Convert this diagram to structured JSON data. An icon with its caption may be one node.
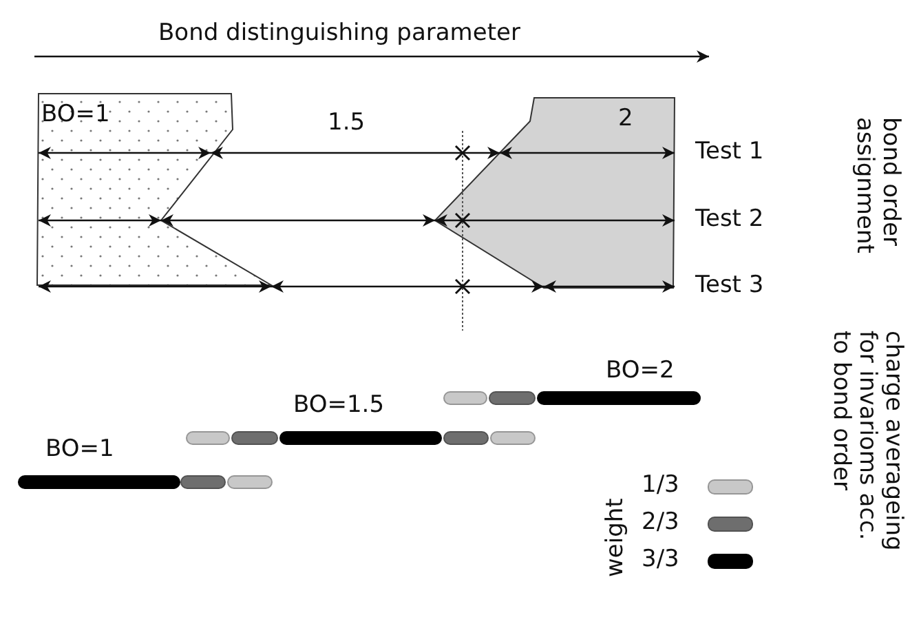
{
  "diagram": {
    "labels": [
      "Bond distinguishing parameter",
      "BO=1",
      "1.5",
      "2",
      "Test 1",
      "Test 2",
      "Test 3",
      "bond order assignment",
      "charge averageing for invarioms acc. to bond order",
      "BO=2",
      "BO=1.5",
      "BO=1",
      "weight"
    ],
    "legend": [
      {
        "text": "1/3",
        "color": "#c8c8c8"
      },
      {
        "text": "2/3",
        "color": "#6e6e6e"
      },
      {
        "text": "3/3",
        "color": "#000000"
      }
    ]
  }
}
